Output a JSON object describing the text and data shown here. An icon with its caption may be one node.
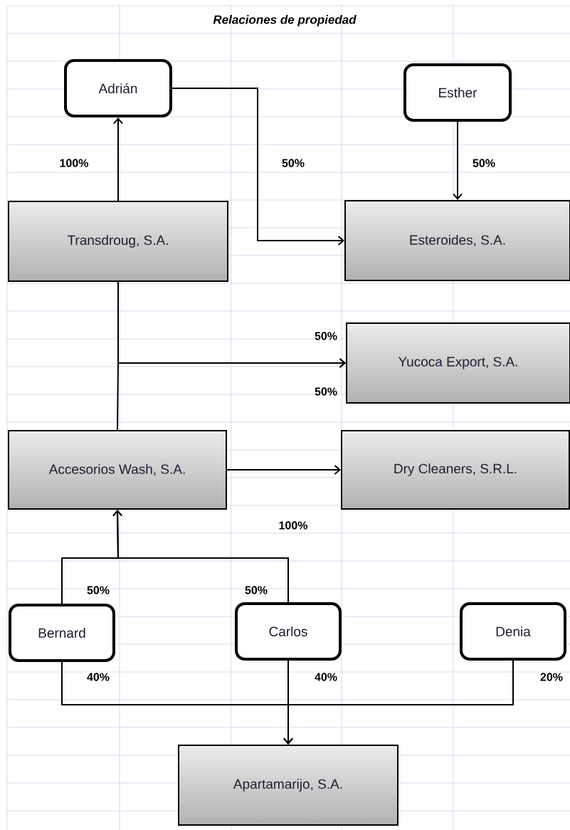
{
  "diagram": {
    "title": "Relaciones de propiedad",
    "nodes": [
      {
        "text": [
          "Adrián"
        ]
      },
      {
        "text": [
          "Esther"
        ]
      },
      {
        "text": [
          "Transdroug, S.A."
        ]
      },
      {
        "text": [
          "Esteroides, S.A."
        ]
      },
      {
        "text": [
          "Yucoca Export, S.A."
        ]
      },
      {
        "text": [
          "Accesorios Wash, S.A."
        ]
      },
      {
        "text": [
          "Dry Cleaners, S.R.L."
        ]
      },
      {
        "text": [
          "Bernard"
        ]
      },
      {
        "text": [
          "Carlos"
        ]
      },
      {
        "text": [
          "Denia"
        ]
      },
      {
        "text": [
          "Apartamarijo, S.A."
        ]
      }
    ],
    "edges": [
      {
        "from": 2,
        "to": 0,
        "arrow": "to",
        "label": "100%"
      },
      {
        "from": 0,
        "to": 3,
        "arrow": "to",
        "label": "50%"
      },
      {
        "from": 1,
        "to": 3,
        "arrow": "to",
        "label": "50%"
      },
      {
        "from": 2,
        "to": 4,
        "arrow": "to",
        "label": "50%"
      },
      {
        "from": 5,
        "to": 4,
        "arrow": "to",
        "label": "50%"
      },
      {
        "from": 5,
        "to": 6,
        "arrow": "to",
        "label": "100%"
      },
      {
        "from": 7,
        "to": 5,
        "arrow": "to",
        "label": "50%"
      },
      {
        "from": 8,
        "to": 5,
        "arrow": "to",
        "label": "50%"
      },
      {
        "from": 7,
        "to": 10,
        "arrow": "to",
        "label": "40%"
      },
      {
        "from": 8,
        "to": 10,
        "arrow": "to",
        "label": "40%"
      },
      {
        "from": 9,
        "to": 10,
        "arrow": "to",
        "label": "20%"
      }
    ]
  }
}
